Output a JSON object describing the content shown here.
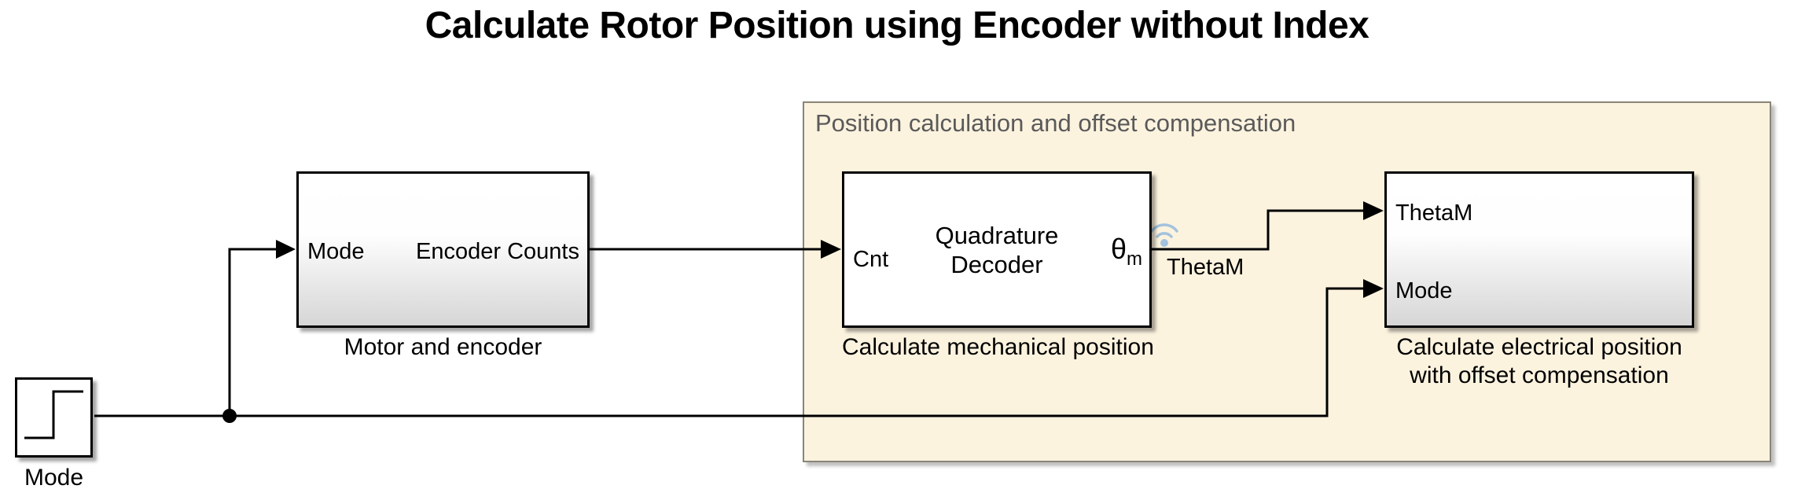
{
  "diagram": {
    "title": "Calculate Rotor Position using Encoder without Index"
  },
  "area": {
    "title": "Position calculation and offset compensation"
  },
  "blocks": {
    "motor": {
      "caption": "Motor and encoder",
      "port_in": "Mode",
      "port_out": "Encoder Counts"
    },
    "decoder": {
      "caption": "Calculate mechanical position",
      "name_line1": "Quadrature",
      "name_line2": "Decoder",
      "port_in": "Cnt",
      "port_out_symbol": "θ",
      "port_out_subscript": "m"
    },
    "electrical": {
      "caption_line1": "Calculate electrical position",
      "caption_line2": "with offset compensation",
      "port_in1": "ThetaM",
      "port_in2": "Mode"
    },
    "step": {
      "caption": "Mode"
    }
  },
  "signals": {
    "thetam": "ThetaM"
  },
  "colors": {
    "area_bg": "#fcf3df",
    "area_border": "#8a8578",
    "area_title_text": "#5a5a5a",
    "wifi_blue": "#a3c2dd",
    "wire": "#000000",
    "block_gradient_end": "#d6d6d6"
  }
}
